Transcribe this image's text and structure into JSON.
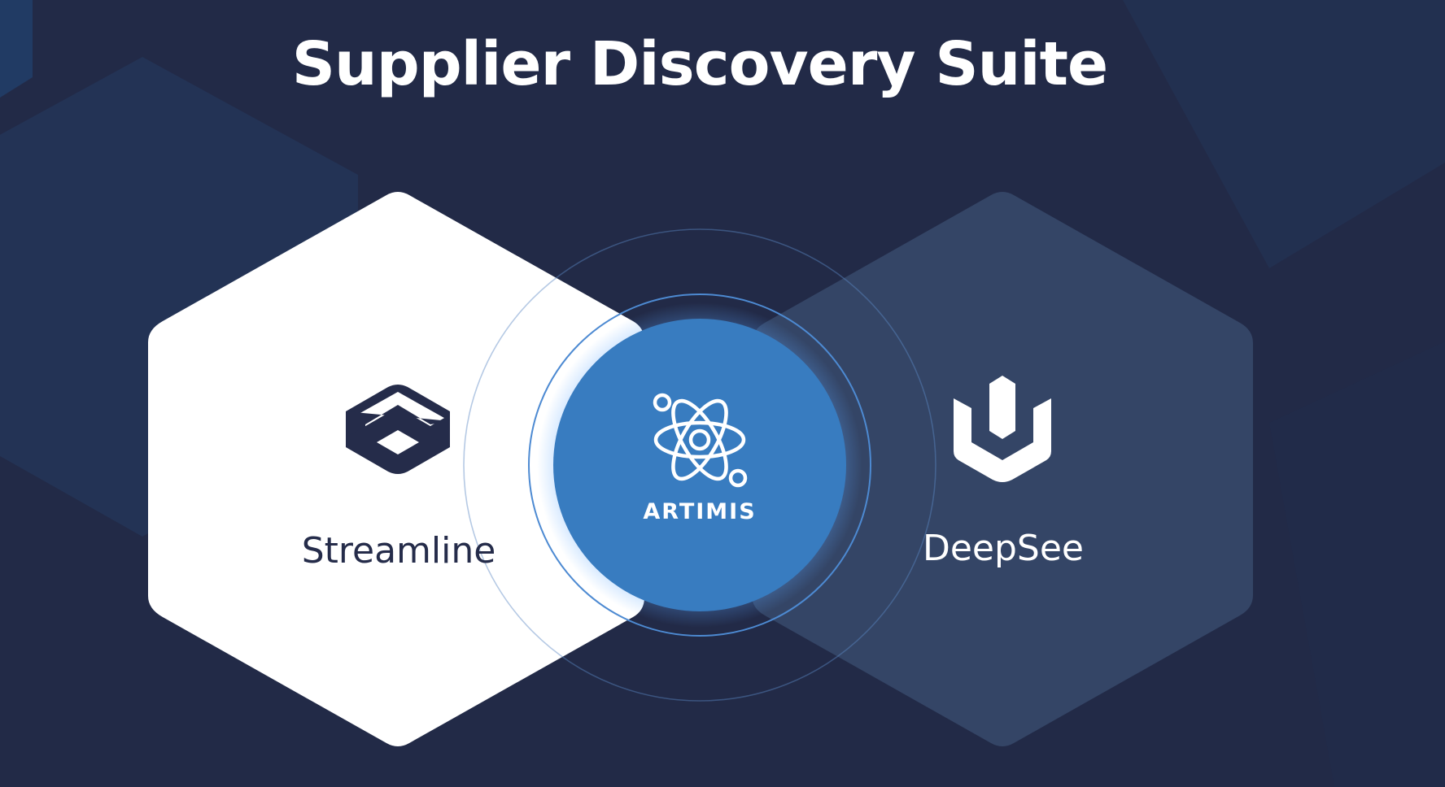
{
  "page": {
    "title": "Supplier Discovery Suite"
  },
  "products": {
    "streamline": {
      "label": "Streamline",
      "icon": "streamline-logo-icon"
    },
    "artimis": {
      "label": "ARTIMIS",
      "icon": "atom-icon"
    },
    "deepsee": {
      "label": "DeepSee",
      "icon": "deepsee-logo-icon"
    }
  },
  "colors": {
    "background": "#222a47",
    "streamline_hex": "#ffffff",
    "deepsee_hex": "#32405e",
    "artimis_circle": "#387cc0",
    "text_dark": "#252c4a",
    "text_light": "#ffffff"
  }
}
